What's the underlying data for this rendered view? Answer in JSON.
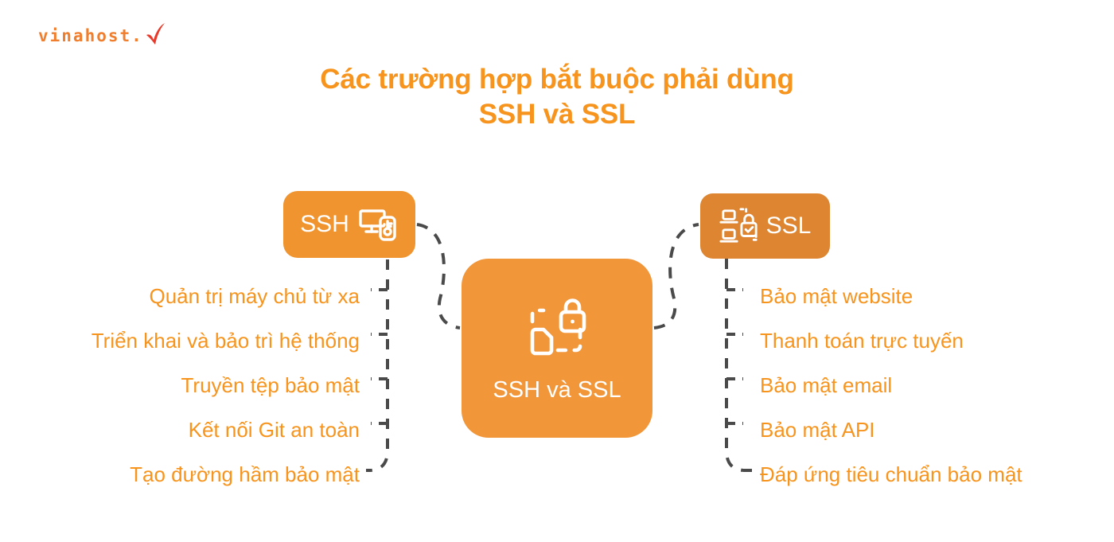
{
  "brand": {
    "logo_text": "vinahost.",
    "logo_check_icon": "check-mark-icon",
    "logo_color": "#ef7f2e",
    "check_color": "#e8392a"
  },
  "title": {
    "line1": "Các trường hợp bắt buộc phải dùng",
    "line2": "SSH và SSL",
    "color": "#f7941e"
  },
  "diagram": {
    "type": "mind-map",
    "center": {
      "label": "SSH và SSL",
      "icon": "document-lock-scan-icon",
      "color": "#f2963a"
    },
    "branches": [
      {
        "id": "ssh",
        "label": "SSH",
        "icon": "monitor-key-card-icon",
        "color": "#f0942f",
        "side": "left",
        "items": [
          "Quản trị máy chủ từ xa",
          "Triển khai và bảo trì hệ thống",
          "Truyền tệp bảo mật",
          "Kết nối Git an toàn",
          "Tạo đường hầm bảo mật"
        ]
      },
      {
        "id": "ssl",
        "label": "SSL",
        "icon": "laptops-padlock-check-icon",
        "color": "#dd8530",
        "side": "right",
        "items": [
          "Bảo mật website",
          "Thanh toán trực tuyến",
          "Bảo mật email",
          "Bảo mật API",
          "Đáp ứng tiêu chuẩn bảo mật"
        ]
      }
    ],
    "connector_color": "#4a4a4a",
    "connector_style": "dashed",
    "leaf_text_color": "#f7941e"
  }
}
